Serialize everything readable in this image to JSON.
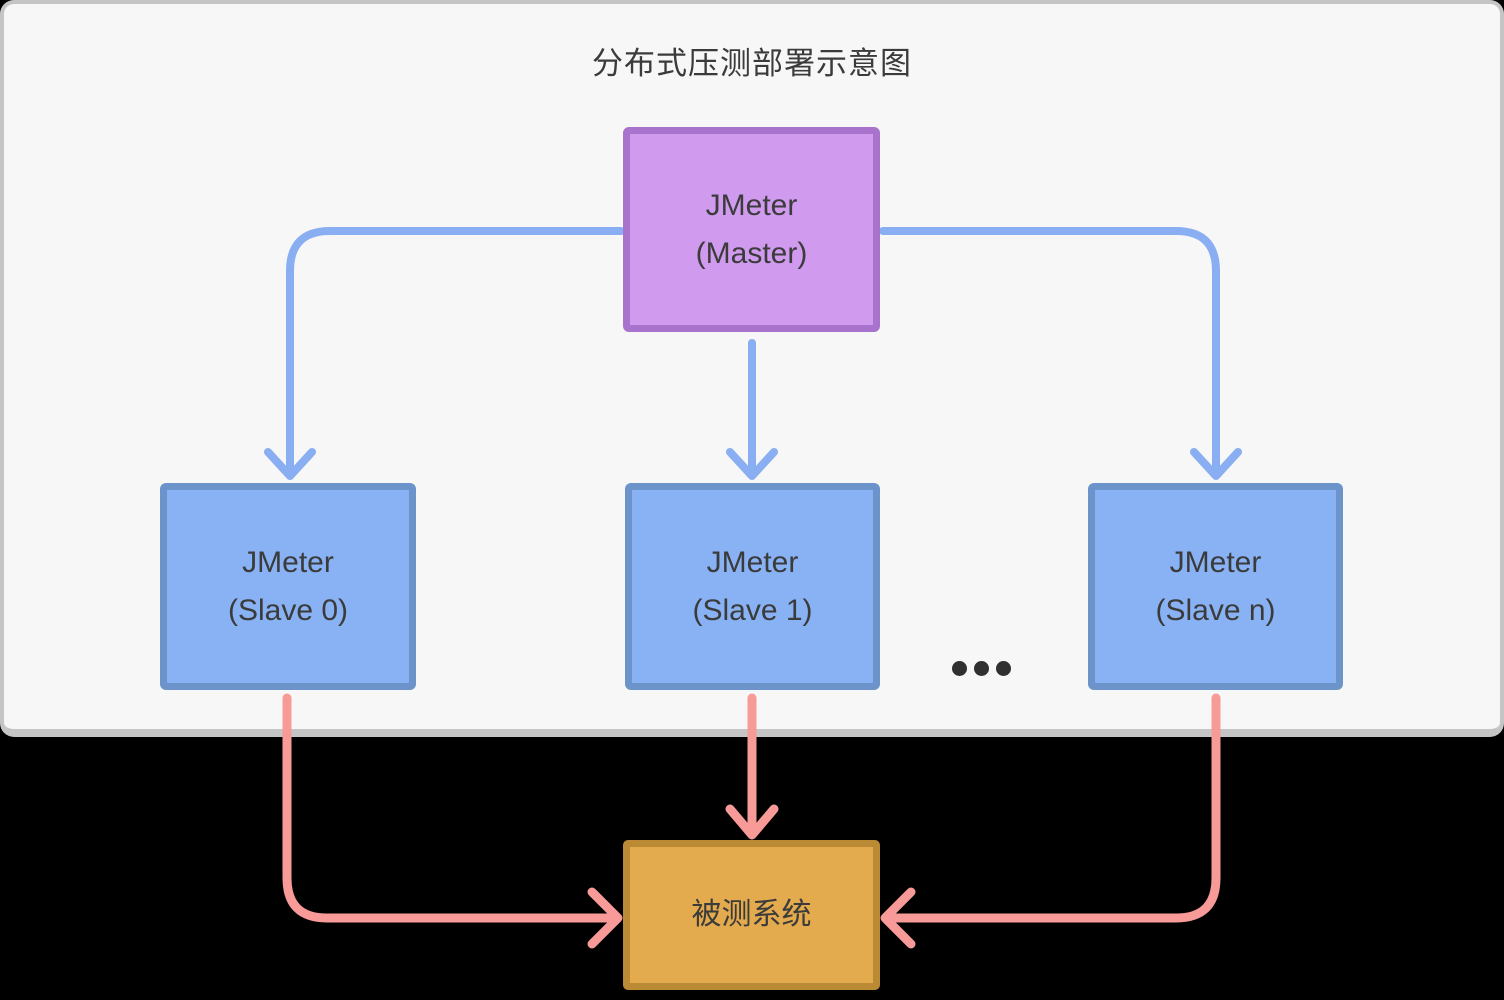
{
  "title": "分布式压测部署示意图",
  "nodes": {
    "master": {
      "line1": "JMeter",
      "line2": "(Master)"
    },
    "slave0": {
      "line1": "JMeter",
      "line2": "(Slave 0)"
    },
    "slave1": {
      "line1": "JMeter",
      "line2": "(Slave 1)"
    },
    "slave_n": {
      "line1": "JMeter",
      "line2": "(Slave n)"
    },
    "system_under_test": {
      "label": "被测系统"
    }
  },
  "ellipsis": "...",
  "colors": {
    "page_bg": "#000000",
    "canvas_bg": "#f7f7f7",
    "canvas_border": "#c5c5c5",
    "master_fill": "#d09bef",
    "master_border": "#a873cc",
    "slave_fill": "#88b2f4",
    "slave_border": "#6d94ca",
    "sut_fill": "#e3aa4e",
    "sut_border": "#ba8a35",
    "arrow_blue": "#8aaef2",
    "arrow_pink": "#f89b98",
    "dots": "#303030",
    "text": "#3b3b3b"
  }
}
